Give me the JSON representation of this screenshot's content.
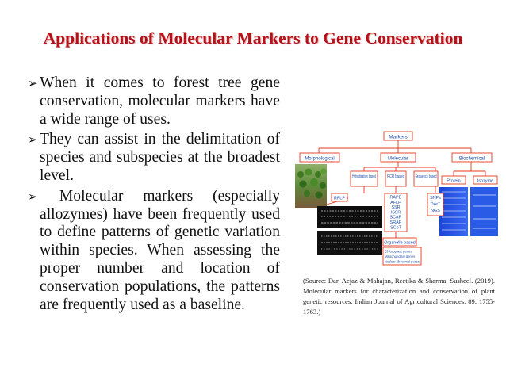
{
  "slide": {
    "title": "Applications of Molecular Markers to Gene Conservation",
    "bullets": [
      "When it comes to forest tree gene conservation, molecular markers have a wide range of uses.",
      "They can assist in the delimitation of species and subspecies at the broadest level.",
      " Molecular markers (especially allozymes) have been frequently used to define patterns of genetic variation within species. When assessing the proper number and location of conservation populations, the patterns are frequently used as a baseline."
    ],
    "bullet_icon": "arrow-bullet-icon",
    "source": "(Source: Dar, Aejaz & Mahajan, Reetika & Sharma, Susheel. (2019). Molecular markers for characterization and conservation of plant genetic resources. Indian Journal of Agricultural Sciences. 89. 1755-1763.)"
  },
  "diagram": {
    "root": "Markers",
    "categories": [
      "Morphological",
      "Molecular",
      "Biochemical"
    ],
    "molecular_types": [
      "Hybridisation based",
      "PCR based",
      "Sequence based"
    ],
    "hybridisation_markers": [
      "RFLP"
    ],
    "pcr_markers": [
      "RAPD",
      "AFLP",
      "SSR",
      "ISSR",
      "SCAR",
      "SRAP",
      "SCoT"
    ],
    "sequence_markers": [
      "SNPs",
      "DArT",
      "NGS"
    ],
    "biochemical_markers": [
      "Protein",
      "Isozyme"
    ],
    "organelle_label": "Organelle based",
    "organelle_genes": [
      "Chloroplast genes",
      "Mitochondrial genes",
      "Nuclear ribosomal genes"
    ],
    "colors": {
      "box_stroke": "#e23a1e",
      "text": "#1f4fa8"
    }
  }
}
